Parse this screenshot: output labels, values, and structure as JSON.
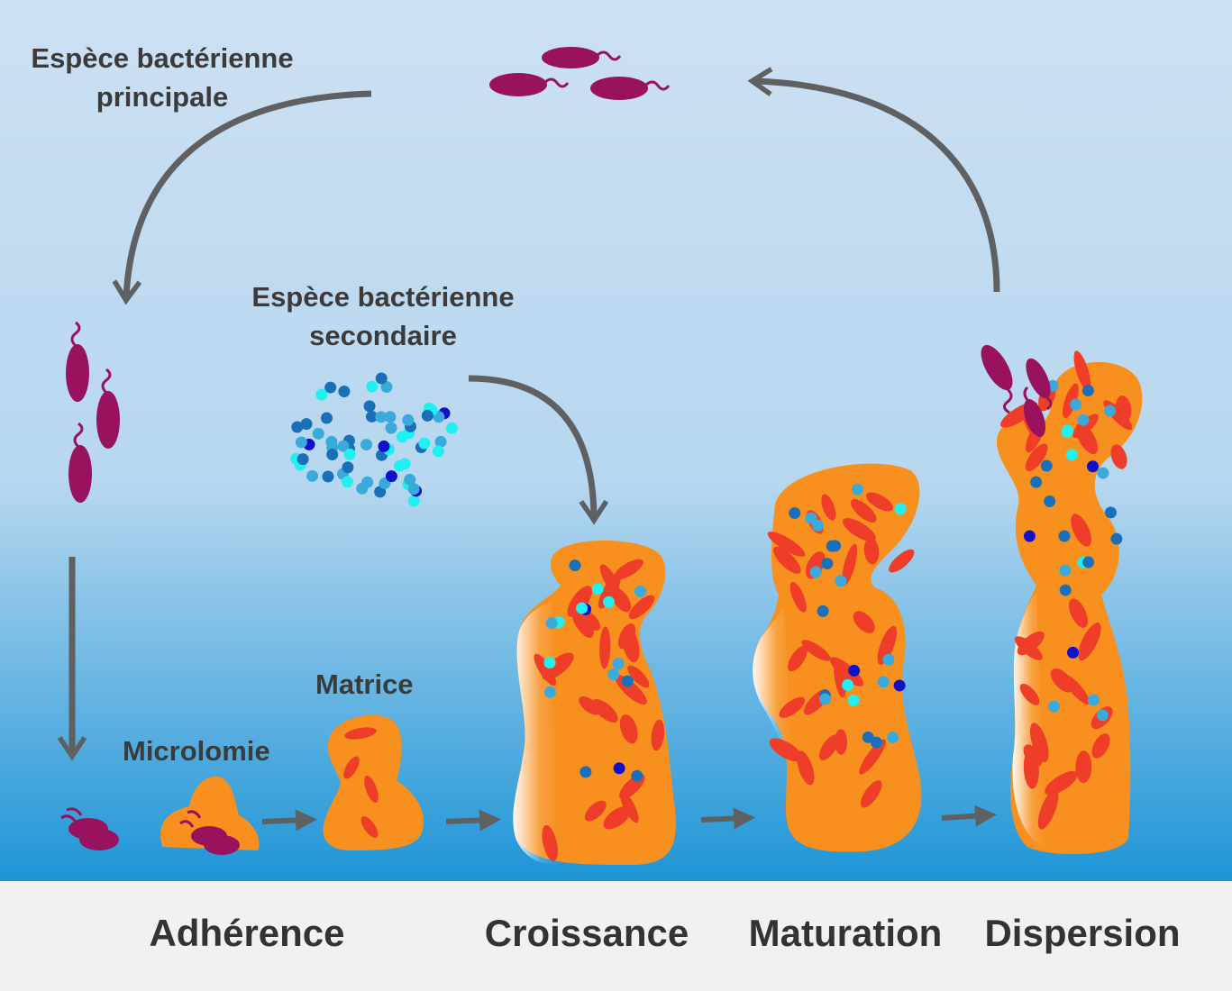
{
  "labels": {
    "primary_species": [
      "Espèce bactérienne",
      "principale"
    ],
    "secondary_species": [
      "Espèce bactérienne",
      "secondaire"
    ],
    "matrix": "Matrice",
    "microcolony": "Microlomie"
  },
  "stages": [
    "Adhérence",
    "Croissance",
    "Maturation",
    "Dispersion"
  ],
  "colors": {
    "sky_top": "#cde0f2",
    "sky_bottom": "#1e95d6",
    "footer": "#f1f1f2",
    "arrow": "#5f6062",
    "bacteria": "#99125e",
    "biofilm": "#f7901e",
    "biofilm_spot": "#ee3e2a",
    "dot_light": "#3aa9dc",
    "dot_mid": "#1a70b8",
    "dot_cyan": "#22f0f0",
    "dot_dark": "#1010c8"
  }
}
